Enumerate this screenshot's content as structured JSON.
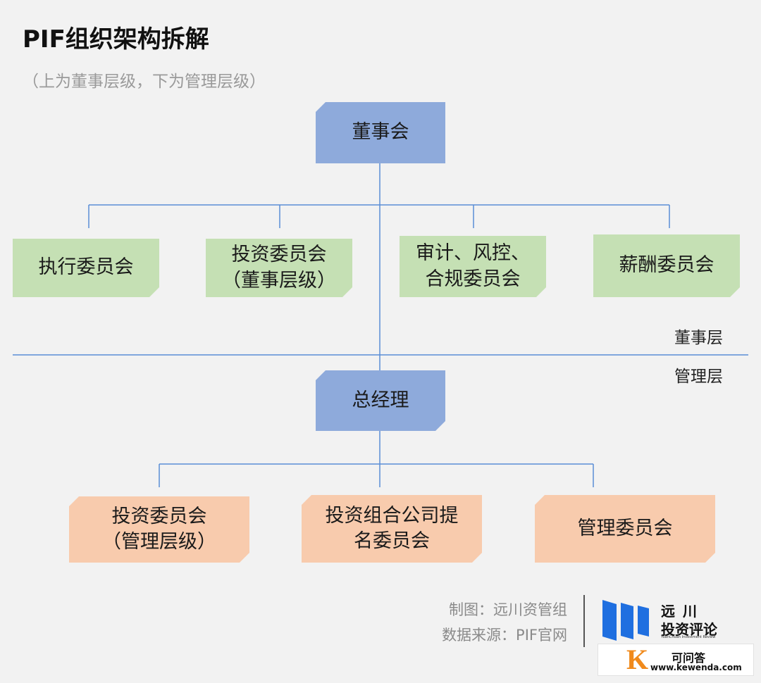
{
  "title": "PIF组织架构拆解",
  "subtitle": "（上为董事层级，下为管理层级）",
  "board": {
    "label": "董事会"
  },
  "board_committees": [
    {
      "label": "执行委员会"
    },
    {
      "label": "投资委员会\n（董事层级）"
    },
    {
      "label": "审计、风控、\n合规委员会"
    },
    {
      "label": "薪酬委员会"
    }
  ],
  "layers": {
    "upper": "董事层",
    "lower": "管理层"
  },
  "gm": {
    "label": "总经理"
  },
  "mgmt_committees": [
    {
      "label": "投资委员会\n（管理层级）"
    },
    {
      "label": "投资组合公司提\n名委员会"
    },
    {
      "label": "管理委员会"
    }
  ],
  "footer": {
    "credit": "制图：远川资管组",
    "source": "数据来源：PIF官网"
  },
  "logo": {
    "name_line1": "远 川",
    "name_line2": "投资评论",
    "name_en": "YuanChuan Investment Review"
  },
  "watermark": {
    "letter": "K",
    "cn": "可问答",
    "url": "www.kewenda.com"
  },
  "colors": {
    "blue_box": "#8eaadb",
    "green_box": "#c5e0b4",
    "orange_box": "#f8cbad",
    "connector": "#5b8ed6",
    "logo_blue": "#1f6fe0",
    "watermark_orange": "#f08a1c"
  }
}
